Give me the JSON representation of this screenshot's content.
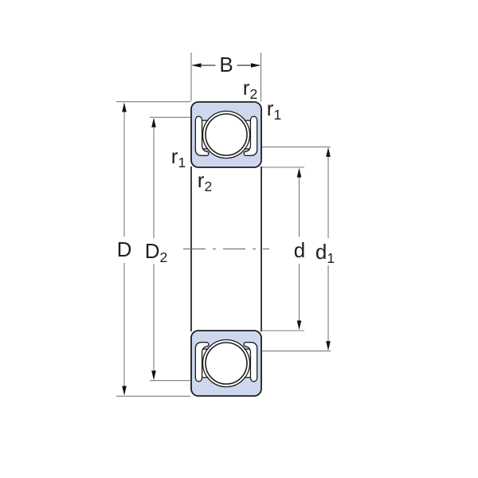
{
  "diagram": {
    "subject": "Shielded deep groove ball bearing cross-section with dimension annotations",
    "colors": {
      "bearing_fill": "#cdd8ef",
      "outline": "#1c1c1c",
      "dimension_lines": "#7b7b7b",
      "arrows": "#111111",
      "text": "#1f1f1f",
      "background": "#ffffff"
    }
  },
  "labels": {
    "b": {
      "main": "B",
      "sub": ""
    },
    "D": {
      "main": "D",
      "sub": ""
    },
    "D2": {
      "main": "D",
      "sub": "2"
    },
    "d": {
      "main": "d",
      "sub": ""
    },
    "d1": {
      "main": "d",
      "sub": "1"
    },
    "r2_top": {
      "main": "r",
      "sub": "2"
    },
    "r1_top_right": {
      "main": "r",
      "sub": "1"
    },
    "r1_left": {
      "main": "r",
      "sub": "1"
    },
    "r2_lower_left": {
      "main": "r",
      "sub": "2"
    }
  }
}
